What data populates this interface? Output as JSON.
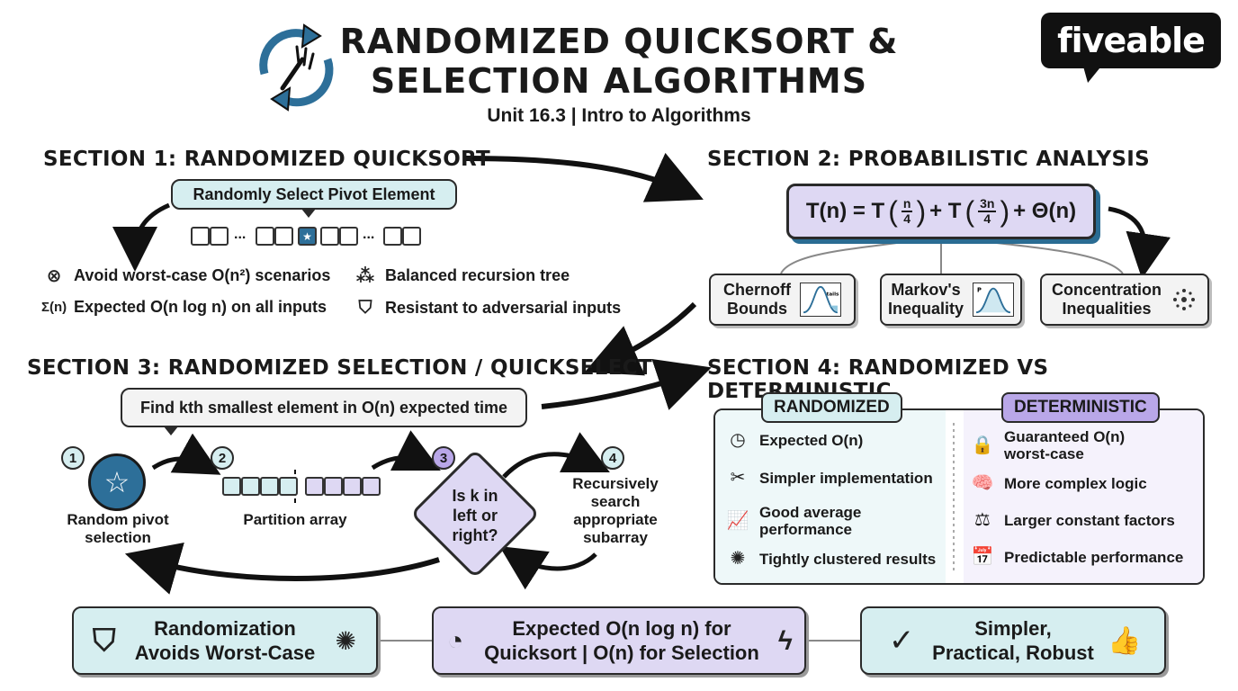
{
  "header": {
    "title_line1": "RANDOMIZED QUICKSORT &",
    "title_line2": "SELECTION ALGORITHMS",
    "subtitle": "Unit 16.3 | Intro to Algorithms",
    "logo": "fiveable"
  },
  "section1": {
    "heading": "SECTION 1: RANDOMIZED QUICKSORT",
    "callout": "Randomly Select Pivot Element",
    "ellipsis": "...",
    "features": [
      {
        "icon": "⊗",
        "label": "Avoid worst-case O(n²) scenarios"
      },
      {
        "icon": "⁂",
        "label": "Balanced recursion tree"
      },
      {
        "icon": "Σ(n)",
        "label": "Expected O(n log n) on all inputs"
      },
      {
        "icon": "⛉",
        "label": "Resistant to adversarial inputs"
      }
    ]
  },
  "section2": {
    "heading": "SECTION 2: PROBABILISTIC ANALYSIS",
    "formula": {
      "lead": "T(n) = T",
      "f1_num": "n",
      "f1_den": "4",
      "mid": "+ T",
      "f2_num": "3n",
      "f2_den": "4",
      "tail": "+ Θ(n)"
    },
    "cards": [
      {
        "line1": "Chernoff",
        "line2": "Bounds",
        "chart_label": "tails"
      },
      {
        "line1": "Markov's",
        "line2": "Inequality",
        "chart_label": "P"
      },
      {
        "line1": "Concentration",
        "line2": "Inequalities"
      }
    ]
  },
  "section3": {
    "heading": "SECTION 3: RANDOMIZED SELECTION / QUICKSELECT",
    "callout": "Find kth smallest element in O(n) expected time",
    "steps": [
      {
        "num": "1",
        "line1": "Random pivot",
        "line2": "selection"
      },
      {
        "num": "2",
        "line1": "Partition array"
      },
      {
        "num": "3",
        "line1": "Is k in",
        "line2": "left or",
        "line3": "right?"
      },
      {
        "num": "4",
        "line1": "Recursively",
        "line2": "search",
        "line3": "appropriate",
        "line4": "subarray"
      }
    ]
  },
  "section4": {
    "heading": "SECTION 4: RANDOMIZED VS DETERMINISTIC",
    "randomized": {
      "tag": "RANDOMIZED",
      "rows": [
        {
          "icon": "◷",
          "line1": "Expected O(n)"
        },
        {
          "icon": "✂",
          "line1": "Simpler implementation"
        },
        {
          "icon": "📈",
          "line1": "Good average",
          "line2": "performance"
        },
        {
          "icon": "✺",
          "line1": "Tightly clustered results"
        }
      ]
    },
    "deterministic": {
      "tag": "DETERMINISTIC",
      "rows": [
        {
          "icon": "🔒",
          "line1": "Guaranteed O(n)",
          "line2": "worst-case"
        },
        {
          "icon": "🧠",
          "line1": "More complex logic"
        },
        {
          "icon": "⚖",
          "line1": "Larger constant factors"
        },
        {
          "icon": "📅",
          "line1": "Predictable performance"
        }
      ]
    }
  },
  "footer": [
    {
      "line1": "Randomization",
      "line2": "Avoids Worst-Case",
      "icon": "⛉",
      "icon2": "✺"
    },
    {
      "line1": "Expected O(n log n) for",
      "line2": "Quicksort | O(n) for Selection",
      "icon": "◔",
      "icon2": "ϟ"
    },
    {
      "line1": "Simpler,",
      "line2": "Practical, Robust",
      "icon": "✓",
      "icon2": "👍"
    }
  ],
  "colors": {
    "teal": "#d6eef0",
    "lavender": "#ded8f3",
    "lavender_dark": "#b9a7e8",
    "blue": "#2d6f99",
    "ink": "#1a1a1a"
  }
}
